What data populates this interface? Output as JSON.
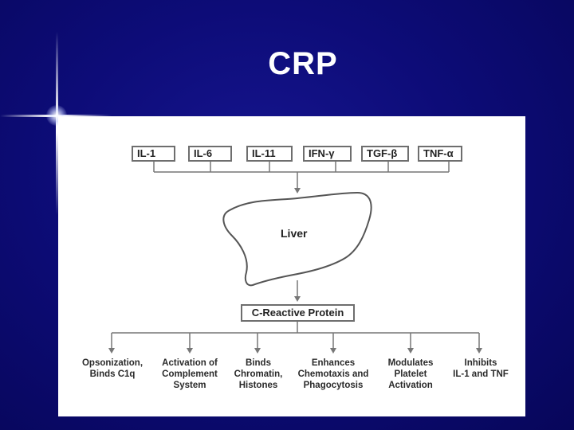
{
  "slide": {
    "title": "CRP"
  },
  "diagram": {
    "cytokines": [
      "IL-1",
      "IL-6",
      "IL-11",
      "IFN-γ",
      "TGF-β",
      "TNF-α"
    ],
    "organ_label": "Liver",
    "product_label": "C-Reactive Protein",
    "effects": [
      "Opsonization,\nBinds C1q",
      "Activation of\nComplement\nSystem",
      "Binds\nChromatin,\nHistones",
      "Enhances\nChemotaxis and\nPhagocytosis",
      "Modulates\nPlatelet\nActivation",
      "Inhibits\nIL-1 and TNF"
    ]
  }
}
